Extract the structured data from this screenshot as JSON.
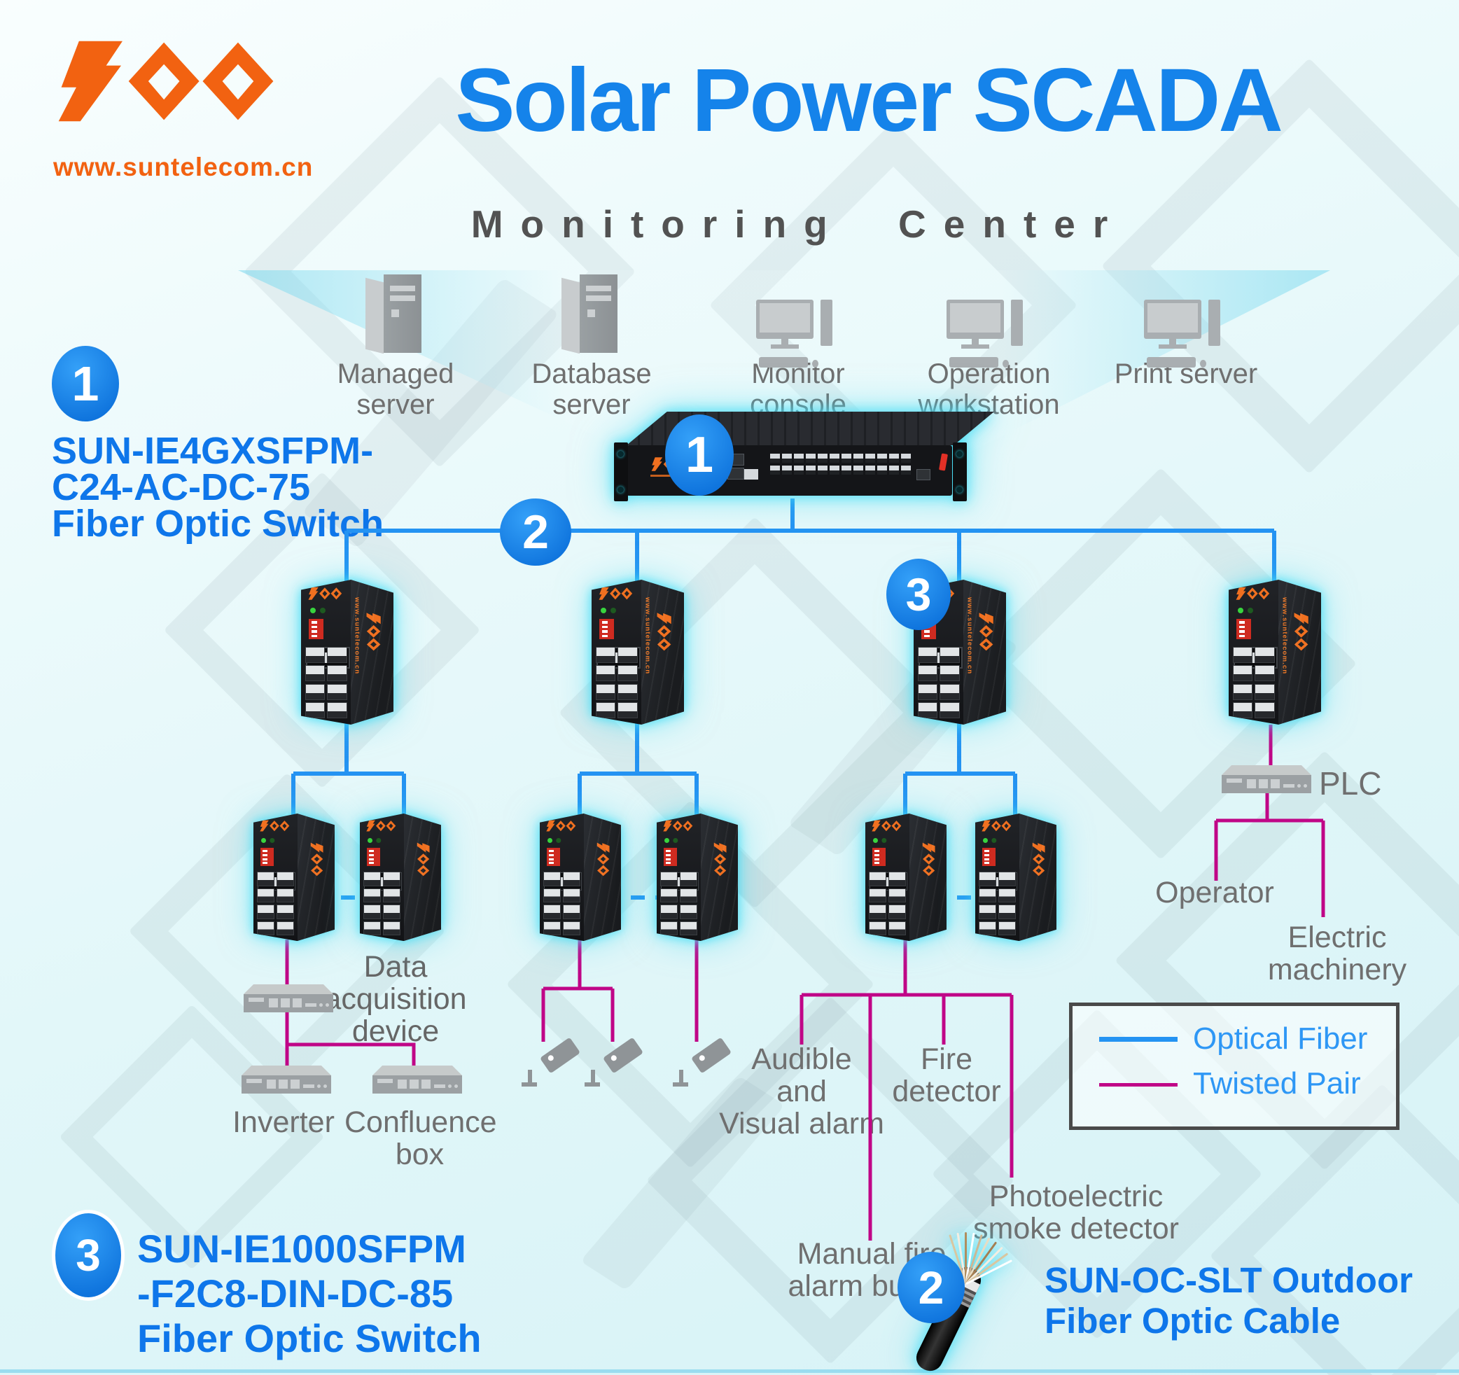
{
  "brand": {
    "logo": "SUN",
    "website": "www.suntelecom.cn"
  },
  "title": "Solar Power SCADA",
  "monitoring": {
    "heading": "Monitoring Center",
    "devices": [
      {
        "icon": "tower-server-icon",
        "lines": [
          "Managed",
          "server"
        ]
      },
      {
        "icon": "tower-server-icon",
        "lines": [
          "Database",
          "server"
        ]
      },
      {
        "icon": "desktop-computer-icon",
        "lines": [
          "Monitor",
          "console"
        ]
      },
      {
        "icon": "desktop-computer-icon",
        "lines": [
          "Operation",
          "workstation"
        ]
      },
      {
        "icon": "desktop-computer-icon",
        "lines": [
          "Print server"
        ]
      }
    ]
  },
  "badges": {
    "core_switch": "1",
    "fiber_link": "2",
    "edge_switch": "3"
  },
  "annotations": {
    "switch1": {
      "badge": "1",
      "lines": [
        "SUN-IE4GXSFPM-",
        "C24-AC-DC-75",
        "Fiber Optic Switch"
      ]
    },
    "switch3": {
      "badge": "3",
      "lines": [
        "SUN-IE1000SFPM",
        "-F2C8-DIN-DC-85",
        "Fiber Optic Switch"
      ]
    },
    "cable2": {
      "badge": "2",
      "lines": [
        "SUN-OC-SLT Outdoor",
        "Fiber Optic Cable"
      ]
    }
  },
  "labels": {
    "plc": "PLC",
    "operator": "Operator",
    "electric_machinery": [
      "Electric",
      "machinery"
    ],
    "data_acquisition": [
      "Data",
      "acquisition",
      "device"
    ],
    "inverter": "Inverter",
    "confluence_box": [
      "Confluence",
      "box"
    ],
    "audible_visual_alarm": [
      "Audible",
      "and",
      "Visual alarm"
    ],
    "fire_detector": [
      "Fire",
      "detector"
    ],
    "photoelectric_smoke": [
      "Photoelectric",
      "smoke detector"
    ],
    "manual_fire": [
      "Manual fire",
      "alarm button"
    ]
  },
  "legend": {
    "items": [
      {
        "label": "Optical Fiber",
        "color": "#2493f2",
        "style": "solid"
      },
      {
        "label": "Twisted Pair",
        "color": "#c00687",
        "style": "solid"
      }
    ]
  },
  "colors": {
    "optical_fiber": "#2493f2",
    "twisted_pair": "#c00687",
    "accent_blue": "#1583ea",
    "note_blue": "#0e76ea",
    "brand_orange": "#f26211",
    "badge_blue": "#0f74dd",
    "text_gray": "#6f6f6f"
  }
}
